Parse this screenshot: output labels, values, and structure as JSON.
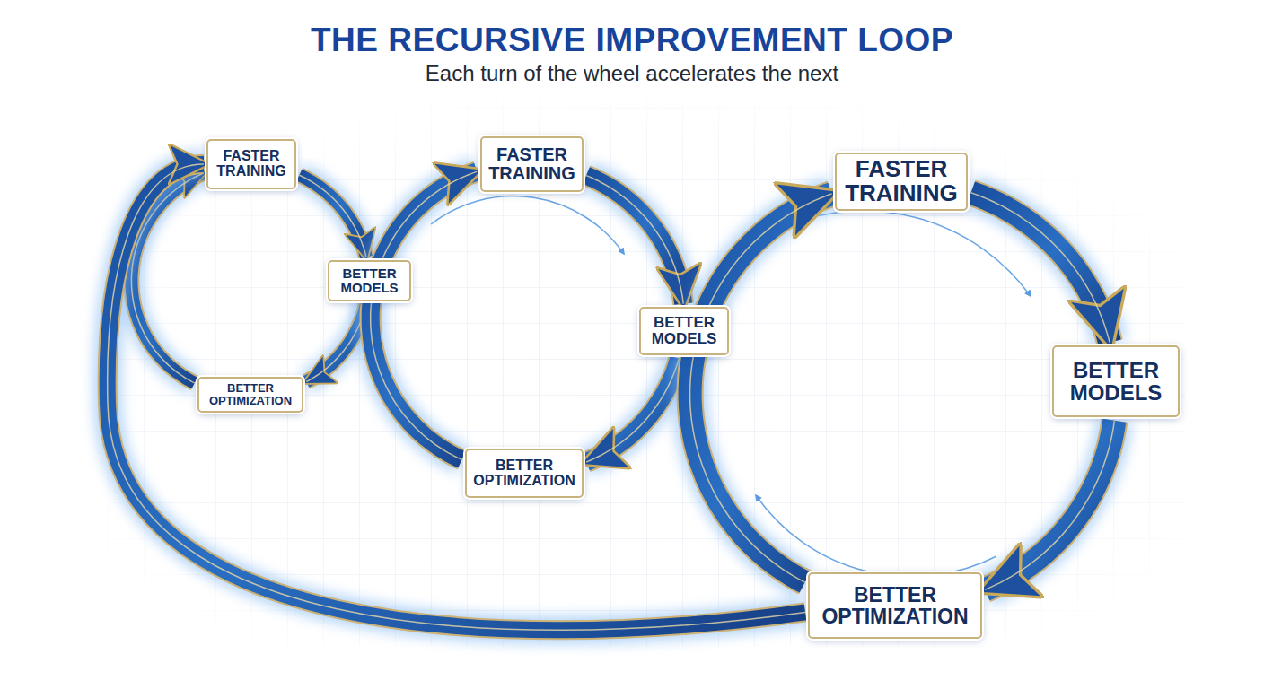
{
  "diagram": {
    "title": "THE RECURSIVE IMPROVEMENT LOOP",
    "nodes": [
      {
        "text": [
          "FASTER TRAINING"
        ]
      },
      {
        "text": [
          "BETTER MODELS"
        ]
      },
      {
        "text": [
          "BETTER OPTIMIZATION"
        ]
      },
      {
        "text": [
          "FASTER TRAINING"
        ]
      },
      {
        "text": [
          "BETTER MODELS"
        ]
      },
      {
        "text": [
          "BETTER OPTIMIZATION"
        ]
      },
      {
        "text": [
          "FASTER TRAINING"
        ]
      },
      {
        "text": [
          "BETTER MODELS"
        ]
      },
      {
        "text": [
          "BETTER OPTIMIZATION"
        ]
      }
    ],
    "edges": [
      {
        "from": 0,
        "to": 1,
        "arrow": "to"
      },
      {
        "from": 1,
        "to": 2,
        "arrow": "to"
      },
      {
        "from": 2,
        "to": 0,
        "arrow": "to"
      },
      {
        "from": 3,
        "to": 4,
        "arrow": "to"
      },
      {
        "from": 4,
        "to": 5,
        "arrow": "to"
      },
      {
        "from": 5,
        "to": 3,
        "arrow": "to"
      },
      {
        "from": 6,
        "to": 7,
        "arrow": "to"
      },
      {
        "from": 7,
        "to": 8,
        "arrow": "to"
      },
      {
        "from": 8,
        "to": 6,
        "arrow": "to"
      },
      {
        "from": 8,
        "to": 0,
        "arrow": "to"
      }
    ],
    "labels": [
      "Each turn of the wheel accelerates the next"
    ]
  }
}
